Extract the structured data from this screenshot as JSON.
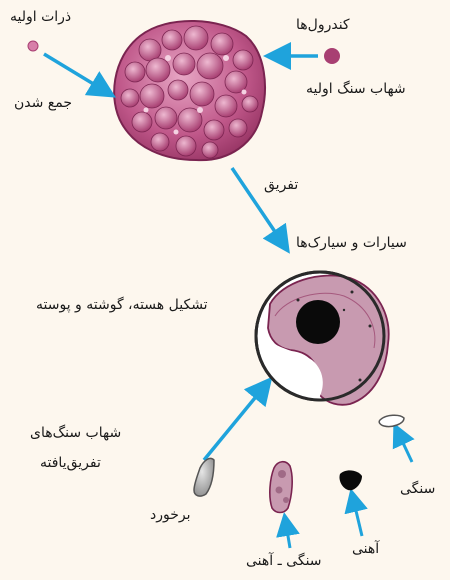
{
  "labels": {
    "primary_particles": "ذرات اولیه",
    "chondrules": "کندرول‌ها",
    "primary_meteorite": "شهاب سنگ اولیه",
    "accumulation": "جمع شدن",
    "differentiation": "تفریق",
    "planets_asteroids": "سیارات و سیارک‌ها",
    "core_mantle_crust": "تشکیل هسته، گوشته و پوسته",
    "differentiated_meteorites_line1": "شهاب سنگ‌های",
    "differentiated_meteorites_line2": "تفریق‌یافته",
    "collision": "برخورد",
    "stony": "سنگی",
    "iron": "آهنی",
    "stony_iron": "سنگی ـ آهنی"
  },
  "colors": {
    "background": "#fdf7ee",
    "arrow": "#1fa3dc",
    "aggregate": "#b5487a",
    "iron_core": "#0a0a0a",
    "grey_fragment": "#b9b9b9"
  }
}
